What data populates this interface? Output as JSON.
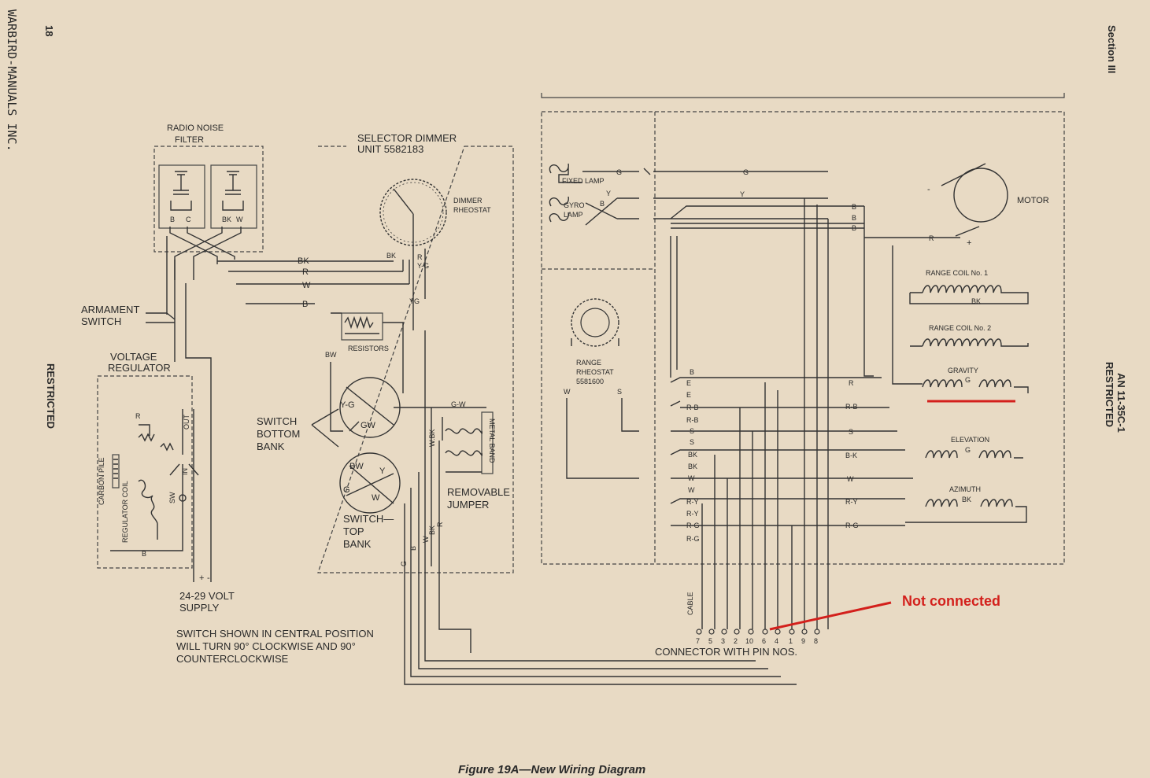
{
  "header": {
    "page_number": "18",
    "section": "Section III",
    "publisher": "WARBIRD-MANUALS INC.",
    "restricted_left": "RESTRICTED",
    "restricted_right": "RESTRICTED",
    "doc_number": "AN 11-35C-1"
  },
  "caption": "Figure 19A—New Wiring Diagram",
  "annotation": {
    "text": "Not connected",
    "color": "#d3201c"
  },
  "components": {
    "radio_noise_filter": [
      "RADIO NOISE",
      "FILTER"
    ],
    "selector_dimmer_unit": [
      "SELECTOR DIMMER",
      "UNIT 5582183"
    ],
    "dimmer_rheostat": [
      "DIMMER",
      "RHEOSTAT"
    ],
    "armament_switch": [
      "ARMAMENT",
      "SWITCH"
    ],
    "voltage_regulator": [
      "VOLTAGE",
      "REGULATOR"
    ],
    "resistors": "RESISTORS",
    "switch_bottom_bank": [
      "SWITCH",
      "BOTTOM",
      "BANK"
    ],
    "switch_top_bank": [
      "SWITCH—",
      "TOP",
      "BANK"
    ],
    "removable_jumper": [
      "REMOVABLE",
      "JUMPER"
    ],
    "metal_band": "METAL BAND",
    "carbon_pile": "CARBON PILE",
    "regulator_coil": "REGULATOR COIL",
    "supply": [
      "24-29 VOLT",
      "SUPPLY"
    ],
    "fixed_lamp": "FIXED LAMP",
    "gyro_lamp": [
      "GYRO",
      "LAMP"
    ],
    "range_rheostat": [
      "RANGE",
      "RHEOSTAT",
      "5581600"
    ],
    "motor": "MOTOR",
    "range_coil_1": "RANGE COIL No. 1",
    "range_coil_2": "RANGE COIL No. 2",
    "gravity": "GRAVITY",
    "elevation": "ELEVATION",
    "azimuth": "AZIMUTH",
    "cable": "CABLE",
    "connector": "CONNECTOR WITH PIN NOS."
  },
  "note": [
    "SWITCH SHOWN IN CENTRAL POSITION",
    "WILL TURN 90° CLOCKWISE AND 90°",
    "COUNTERCLOCKWISE"
  ],
  "connector_pins": [
    "7",
    "5",
    "3",
    "2",
    "10",
    "6",
    "4",
    "1",
    "9",
    "8"
  ],
  "wire_labels": {
    "left_bus": [
      "BK",
      "R",
      "W",
      "B"
    ],
    "dimmer": [
      "BK",
      "R",
      "Y-G",
      "YG"
    ],
    "resistors_bw": "BW",
    "bottom_bank": [
      "Y-G",
      "GW"
    ],
    "top_bank": [
      "BW",
      "Y",
      "G",
      "W"
    ],
    "gw": "G-W",
    "wbk": "W.BK",
    "vertical_leads": [
      "G",
      "B",
      "W",
      "BK",
      "R"
    ],
    "regulator": [
      "R",
      "OUT",
      "IN",
      "SW",
      "B",
      "+",
      "-"
    ],
    "filter": [
      "B",
      "C",
      "BK",
      "W"
    ],
    "lamp": [
      "G",
      "Y",
      "B"
    ],
    "right_top": [
      "G",
      "Y",
      "B",
      "B",
      "B",
      "R"
    ],
    "rheostat": [
      "W",
      "S"
    ],
    "terminals": [
      "B",
      "E",
      "E",
      "R-B",
      "R-B",
      "S",
      "S",
      "BK",
      "BK",
      "W",
      "W",
      "R-Y",
      "R-Y",
      "R-G",
      "R-G"
    ],
    "right_runs": [
      "R",
      "R-B",
      "S",
      "B-K",
      "W",
      "R-Y",
      "R-G"
    ],
    "coil_taps": [
      "BK",
      "G",
      "G",
      "BK"
    ]
  }
}
